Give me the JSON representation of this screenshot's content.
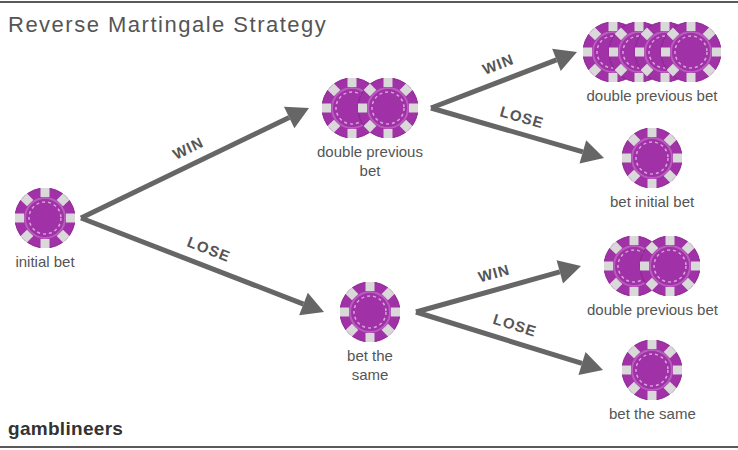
{
  "diagram": {
    "title": "Reverse Martingale Strategy",
    "nodes": [
      {
        "text": [
          "initial bet"
        ]
      },
      {
        "text": [
          "double previous bet"
        ]
      },
      {
        "text": [
          "bet the same"
        ]
      },
      {
        "text": [
          "double previous bet"
        ]
      },
      {
        "text": [
          "bet initial bet"
        ]
      },
      {
        "text": [
          "double previous bet"
        ]
      },
      {
        "text": [
          "bet the same"
        ]
      }
    ],
    "edges": [
      {
        "from": 0,
        "to": 1,
        "arrow": "to",
        "label": "WIN"
      },
      {
        "from": 0,
        "to": 2,
        "arrow": "to",
        "label": "LOSE"
      },
      {
        "from": 1,
        "to": 3,
        "arrow": "to",
        "label": "WIN"
      },
      {
        "from": 1,
        "to": 4,
        "arrow": "to",
        "label": "LOSE"
      },
      {
        "from": 2,
        "to": 5,
        "arrow": "to",
        "label": "WIN"
      },
      {
        "from": 2,
        "to": 6,
        "arrow": "to",
        "label": "LOSE"
      }
    ],
    "labels": [
      "gamblineers"
    ]
  }
}
